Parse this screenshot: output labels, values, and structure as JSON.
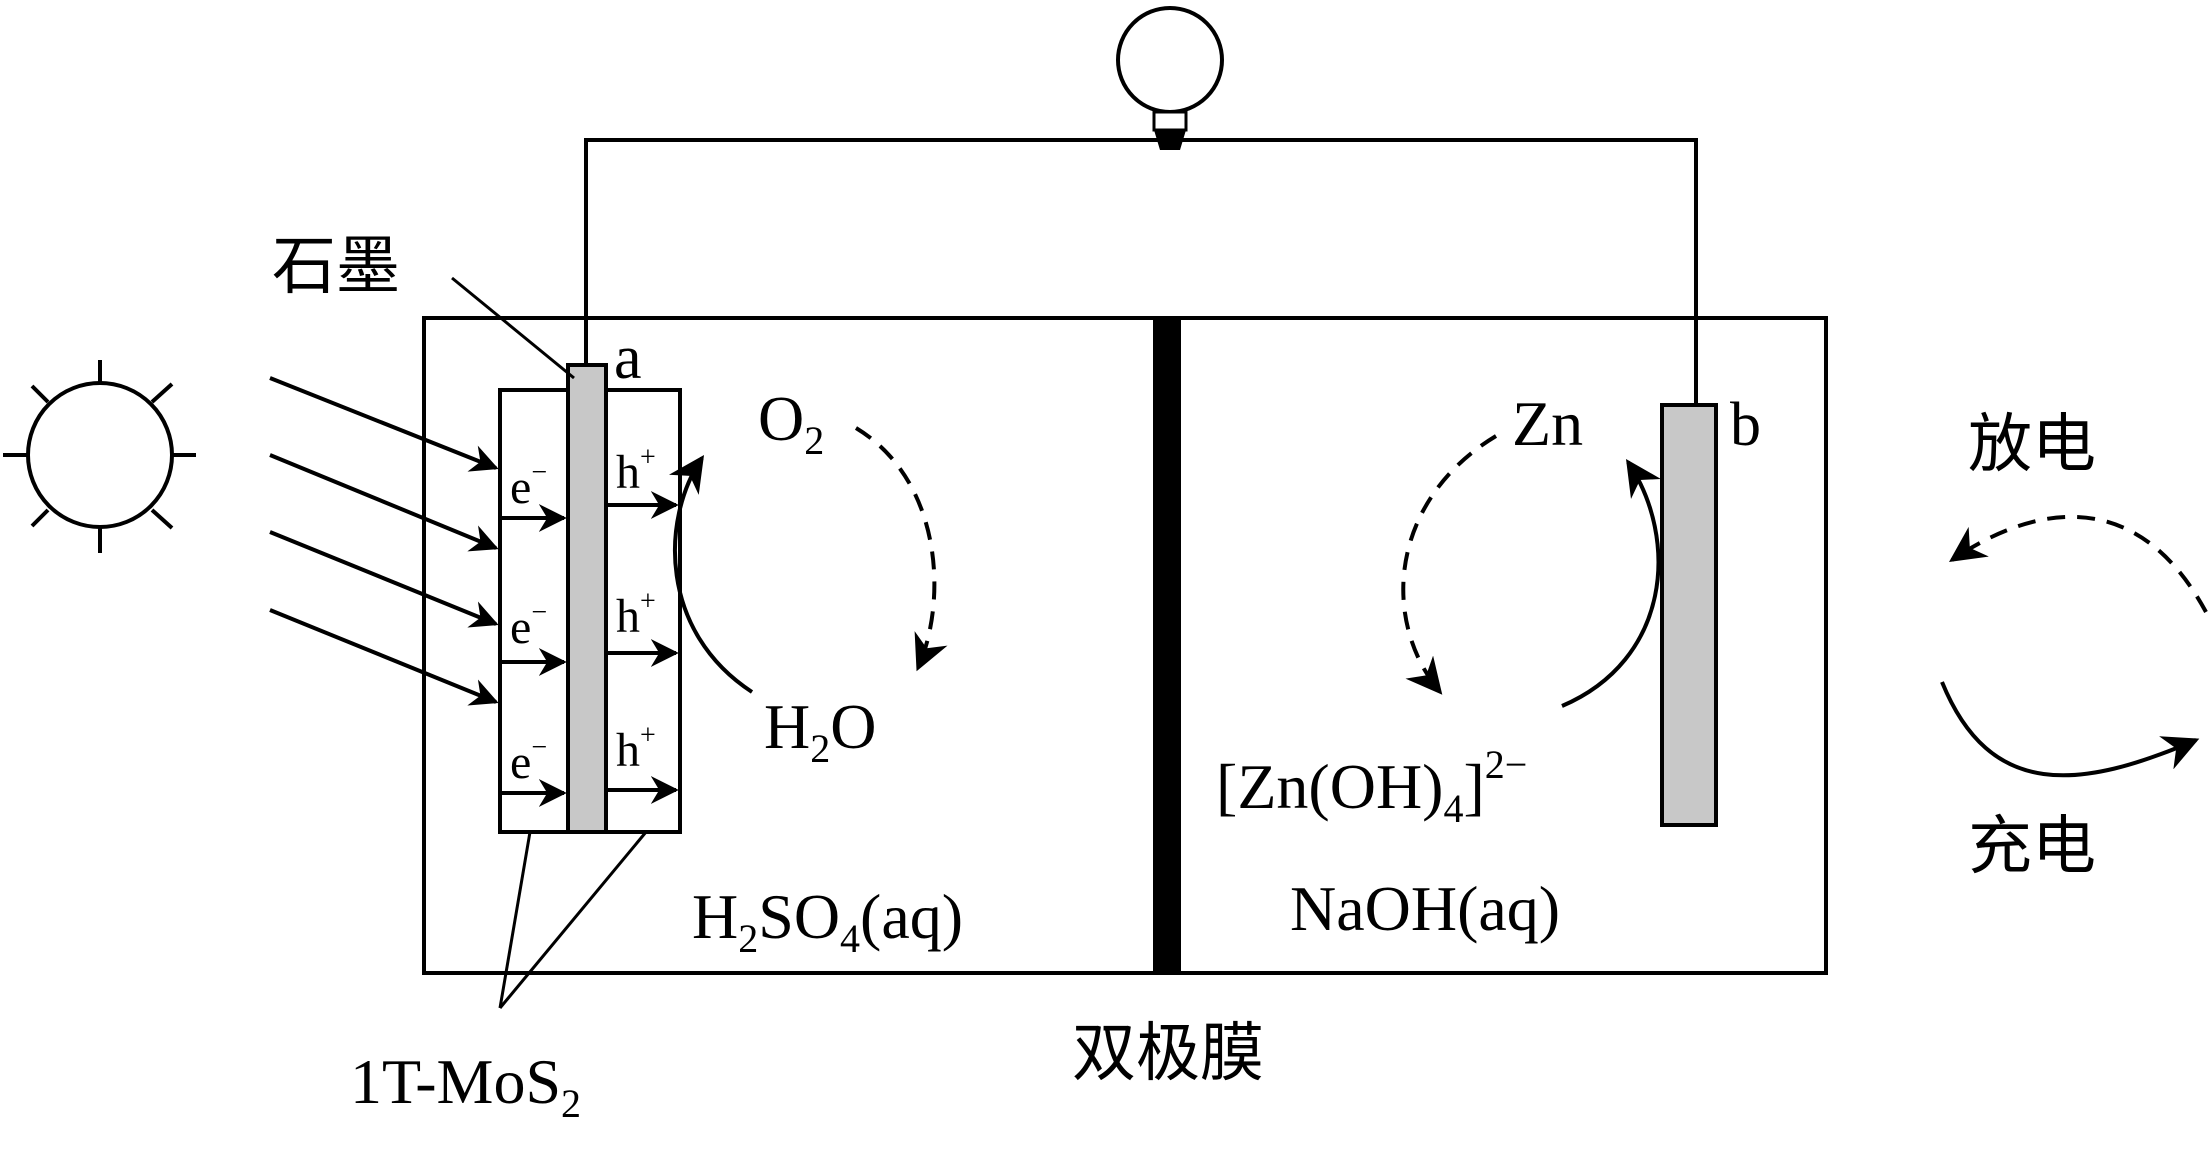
{
  "labels": {
    "graphite": "石墨",
    "electrode_a": "a",
    "electrode_b": "b",
    "electron": "e",
    "electron_sup": "−",
    "hole": "h",
    "hole_sup": "+",
    "o2_base": "O",
    "o2_sub": "2",
    "h2o_h": "H",
    "h2o_sub": "2",
    "h2o_o": "O",
    "zn": "Zn",
    "zincate_main": "[Zn(OH)",
    "zincate_sub": "4",
    "zincate_close": "]",
    "zincate_sup": "2−",
    "h2so4_h": "H",
    "h2so4_sub1": "2",
    "h2so4_so": "SO",
    "h2so4_sub2": "4",
    "h2so4_aq": "(aq)",
    "naoh": "NaOH(aq)",
    "membrane": "双极膜",
    "mos2_main": "1T-MoS",
    "mos2_sub": "2",
    "discharge": "放电",
    "charge": "充电"
  },
  "colors": {
    "electrode_fill": "#c8c8c8",
    "line": "#000000",
    "background": "#ffffff"
  },
  "icons": {
    "sun": "sun-icon",
    "bulb": "light-bulb-icon"
  }
}
